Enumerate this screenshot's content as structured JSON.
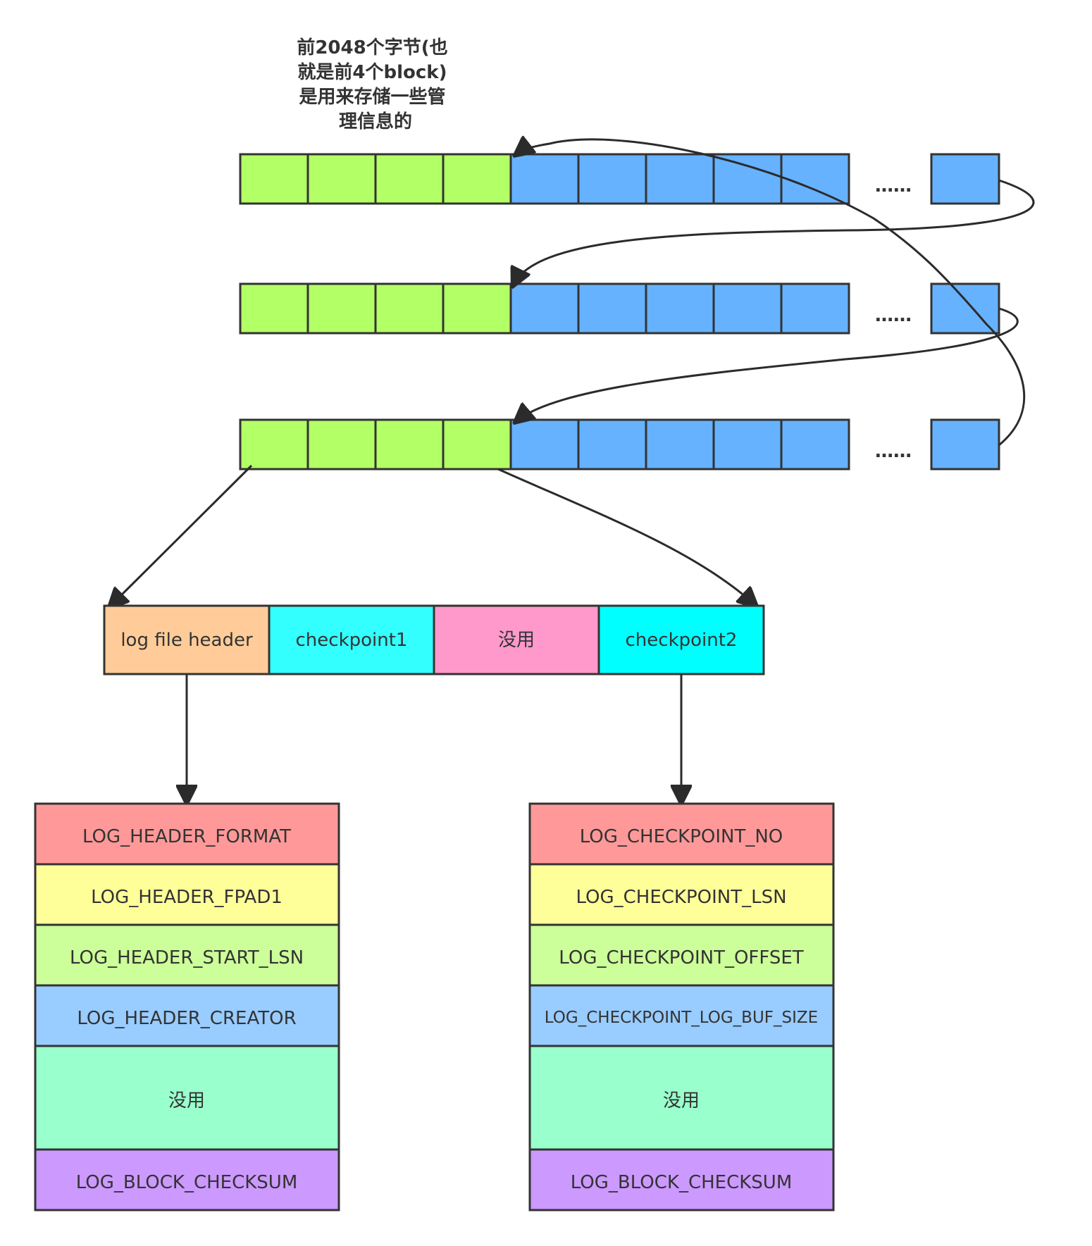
{
  "annotation": {
    "lines": [
      "前2048个字节(也",
      "就是前4个block)",
      "是用来存储一些管",
      "理信息的"
    ]
  },
  "block_rows": {
    "ellipsis": "……"
  },
  "header_row": {
    "items": [
      {
        "label": "log file header",
        "color": "#FFCC99"
      },
      {
        "label": "checkpoint1",
        "color": "#33FFFF"
      },
      {
        "label": "没用",
        "color": "#FF99CC"
      },
      {
        "label": "checkpoint2",
        "color": "#00FFFF"
      }
    ]
  },
  "log_header": {
    "items": [
      {
        "label": "LOG_HEADER_FORMAT",
        "color": "#FF9999"
      },
      {
        "label": "LOG_HEADER_FPAD1",
        "color": "#FFFF99"
      },
      {
        "label": "LOG_HEADER_START_LSN",
        "color": "#CCFF99"
      },
      {
        "label": "LOG_HEADER_CREATOR",
        "color": "#99CCFF"
      },
      {
        "label": "没用",
        "color": "#99FFCC"
      },
      {
        "label": "LOG_BLOCK_CHECKSUM",
        "color": "#CC99FF"
      }
    ]
  },
  "checkpoint": {
    "items": [
      {
        "label": "LOG_CHECKPOINT_NO",
        "color": "#FF9999"
      },
      {
        "label": "LOG_CHECKPOINT_LSN",
        "color": "#FFFF99"
      },
      {
        "label": "LOG_CHECKPOINT_OFFSET",
        "color": "#CCFF99"
      },
      {
        "label": "LOG_CHECKPOINT_LOG_BUF_SIZE",
        "color": "#99CCFF"
      },
      {
        "label": "没用",
        "color": "#99FFCC"
      },
      {
        "label": "LOG_BLOCK_CHECKSUM",
        "color": "#CC99FF"
      }
    ]
  },
  "colors": {
    "admin_block": "#B3FF66",
    "data_block": "#66B2FF",
    "stroke": "#333333"
  }
}
